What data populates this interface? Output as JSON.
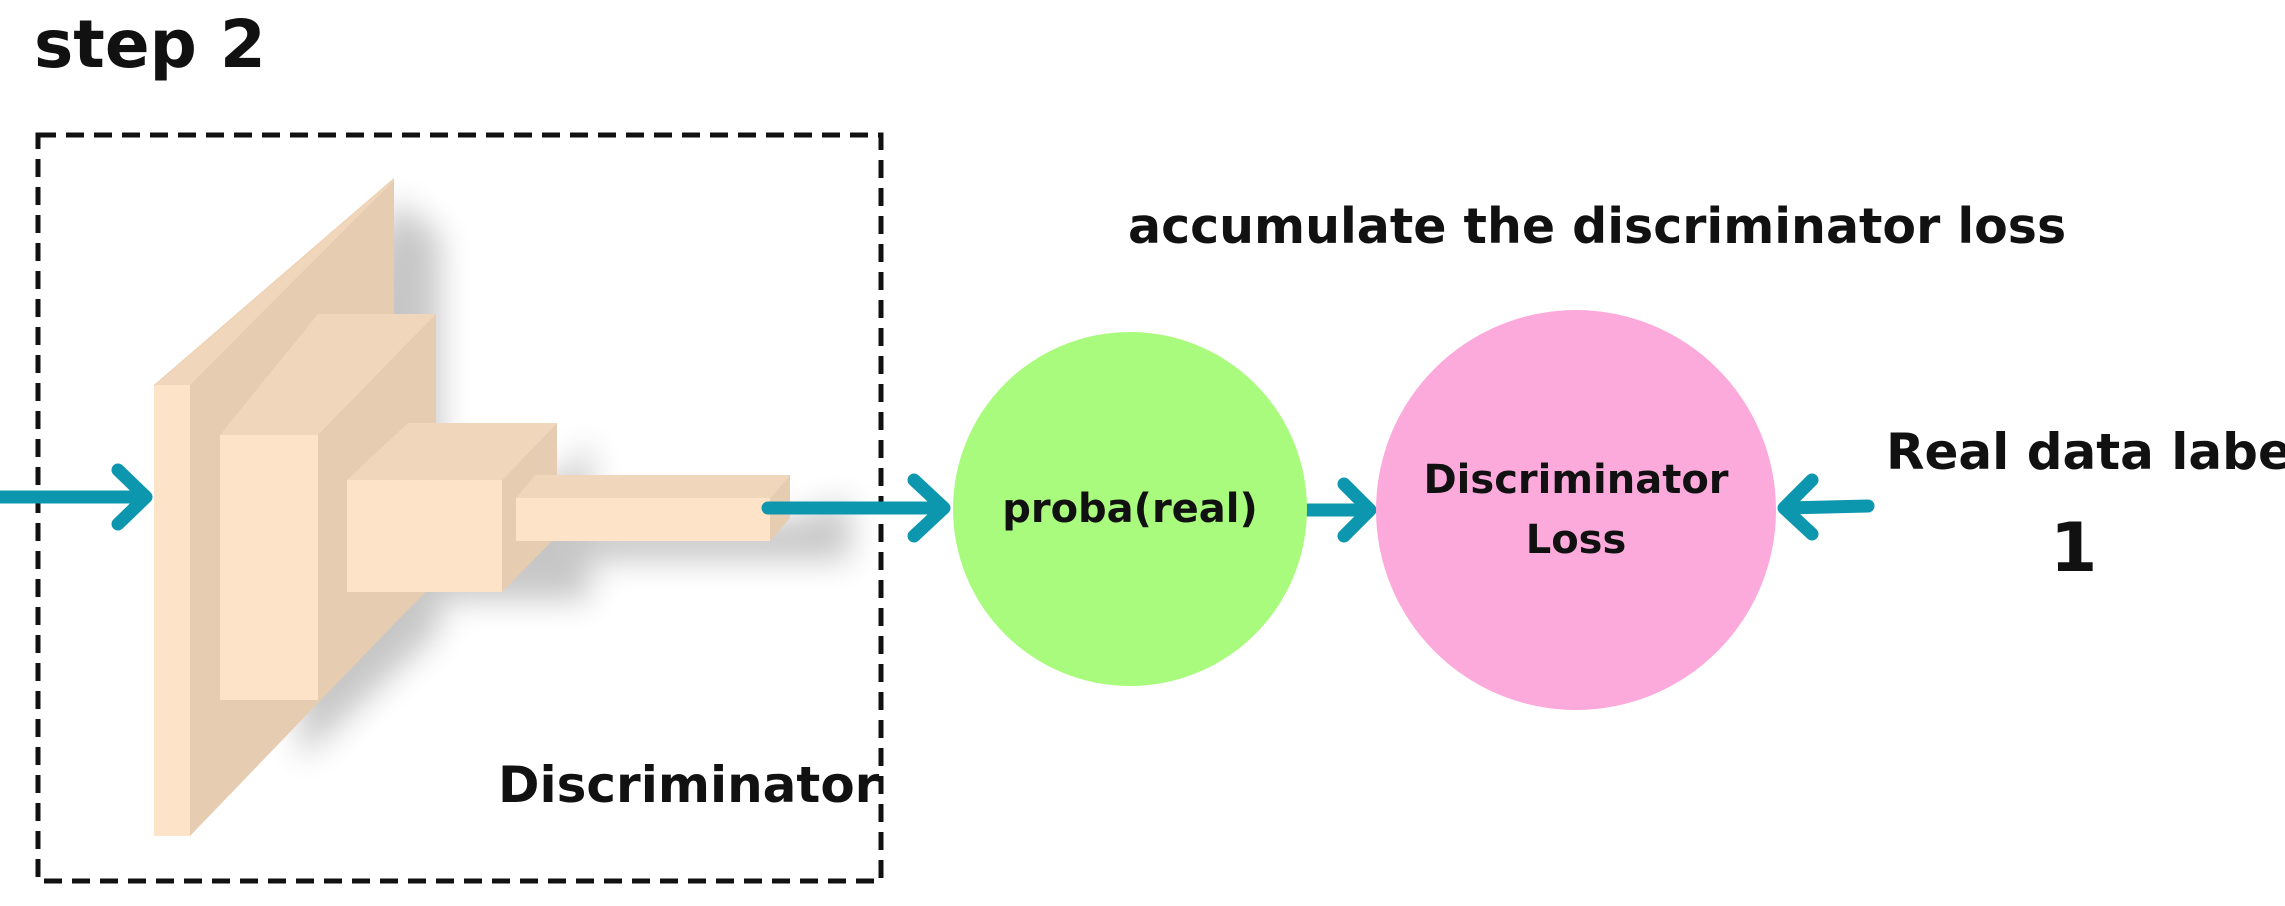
{
  "title": "step 2",
  "annotation": "accumulate the discriminator loss",
  "discriminator_box": {
    "label": "Discriminator"
  },
  "nodes": {
    "probability": "proba(real)",
    "loss_line1": "Discriminator",
    "loss_line2": "Loss"
  },
  "real_label": {
    "text": "Real data label",
    "value": "1"
  },
  "colors": {
    "arrow": "#0c97ae",
    "proba_circle": "#a8fb7c",
    "loss_circle": "#fcaadc",
    "block_light": "#fde3c8",
    "block_mid": "#f2d9bd",
    "block_dark": "#e6cdb1"
  }
}
